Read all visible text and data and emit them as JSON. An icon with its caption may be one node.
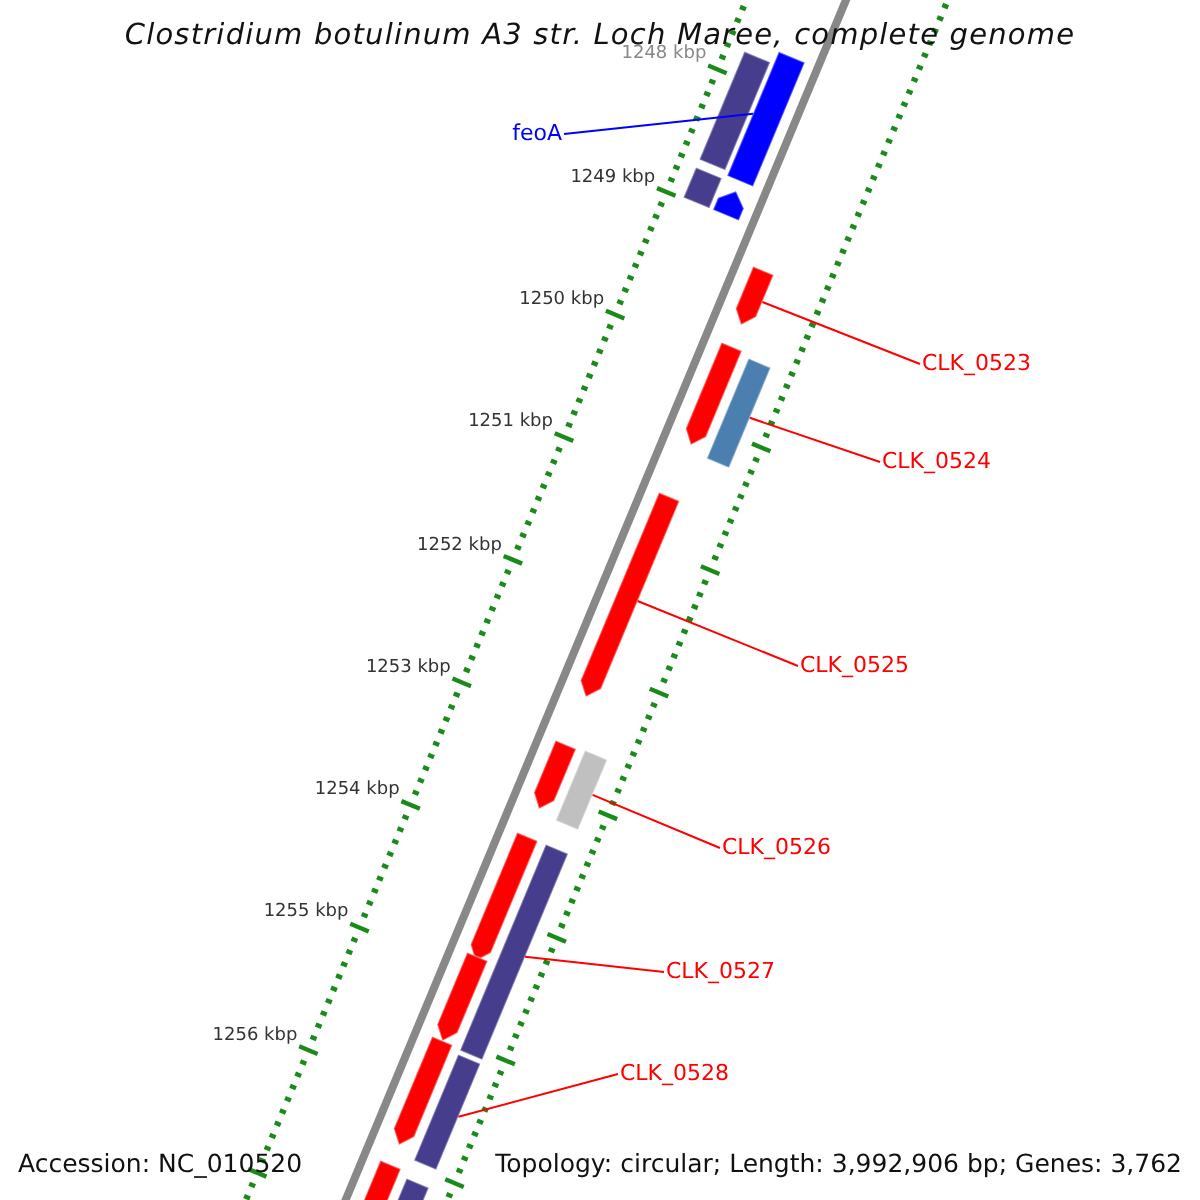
{
  "diagram": {
    "title": "Clostridium botulinum A3 str. Loch Maree, complete genome",
    "nodes": [
      {
        "text": [
          "feoA"
        ]
      },
      {
        "text": [],
        "shape": "bar"
      },
      {
        "text": [],
        "shape": "bar"
      },
      {
        "text": [
          "CLK_0523"
        ]
      },
      {
        "text": [],
        "shape": "bar"
      },
      {
        "text": [
          "CLK_0524"
        ]
      },
      {
        "text": [],
        "shape": "bar"
      },
      {
        "text": [
          "CLK_0525"
        ]
      },
      {
        "text": [],
        "shape": "bar"
      },
      {
        "text": [
          "CLK_0526"
        ]
      },
      {
        "text": [],
        "shape": "bar"
      },
      {
        "text": [
          "CLK_0527"
        ]
      },
      {
        "text": [],
        "shape": "bar"
      },
      {
        "text": [
          "CLK_0528"
        ]
      }
    ],
    "edges": [
      {
        "from": 0,
        "to": 1,
        "arrow": "none",
        "color": "#0000ff"
      },
      {
        "from": 3,
        "to": 2,
        "arrow": "none"
      },
      {
        "from": 5,
        "to": 4,
        "arrow": "none"
      },
      {
        "from": 7,
        "to": 6,
        "arrow": "none"
      },
      {
        "from": 9,
        "to": 8,
        "arrow": "none"
      },
      {
        "from": 11,
        "to": 10,
        "arrow": "none"
      },
      {
        "from": 13,
        "to": 12,
        "arrow": "none"
      }
    ],
    "labels": [
      "1248 kbp",
      "1249 kbp",
      "1250 kbp",
      "1251 kbp",
      "1252 kbp",
      "1253 kbp",
      "1254 kbp",
      "1255 kbp",
      "1256 kbp",
      "Accession: NC_010520",
      "Topology: circular; Length: 3,992,906 bp; Genes: 3,762"
    ]
  }
}
